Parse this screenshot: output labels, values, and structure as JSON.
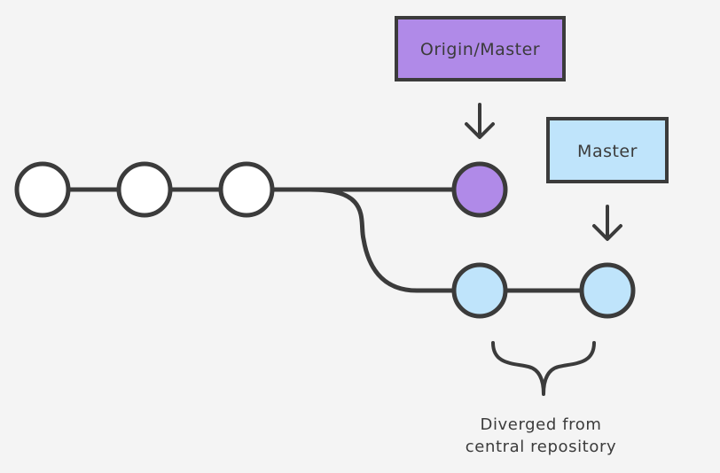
{
  "labels": {
    "origin_master": "Origin/Master",
    "master": "Master"
  },
  "caption": {
    "line1": "Diverged from",
    "line2": "central repository"
  },
  "colors": {
    "background": "#f4f4f4",
    "stroke": "#3b3b3b",
    "origin": "#b08ae8",
    "local": "#bfe4fb",
    "commit": "#ffffff"
  }
}
